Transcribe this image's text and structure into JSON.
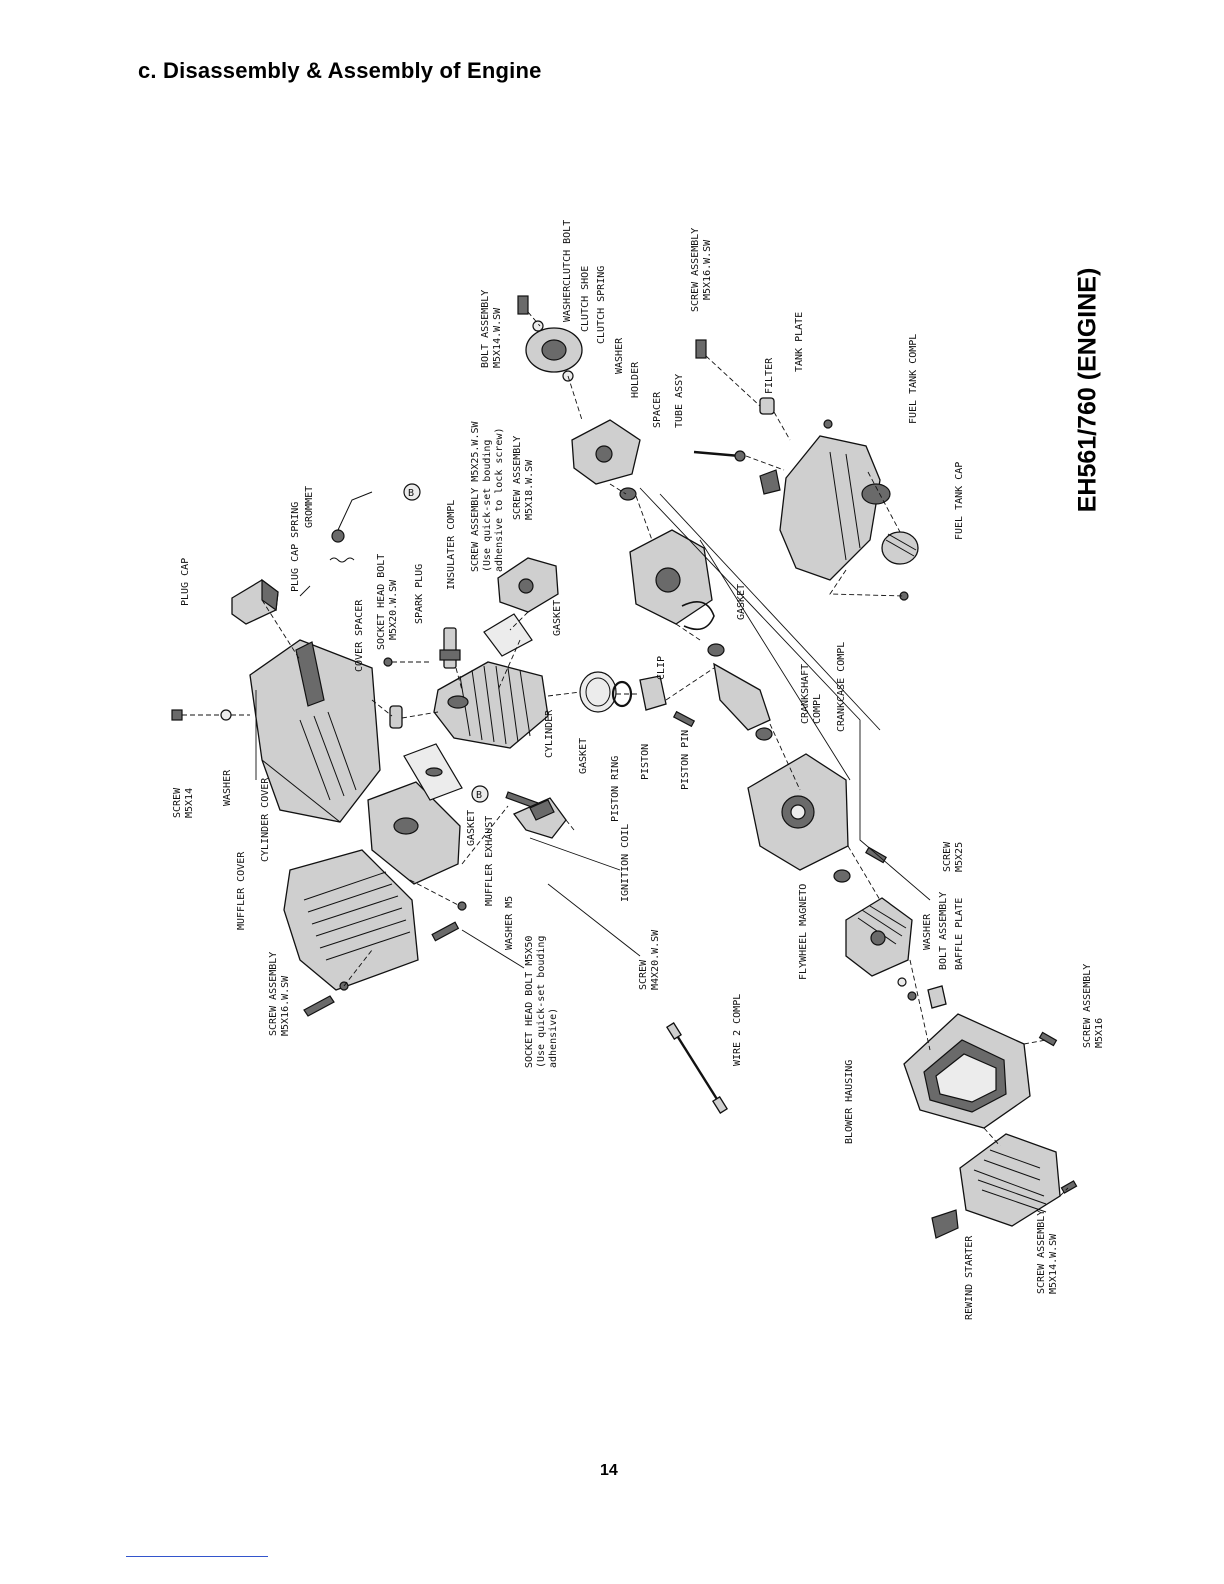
{
  "heading": "c.  Disassembly & Assembly of Engine",
  "side_title": "EH561/760 (ENGINE)",
  "page_number": "14",
  "marker_label": "B",
  "parts": {
    "plug_cap": "PLUG CAP",
    "plug_cap_spring": "PLUG CAP SPRING",
    "grommet": "GROMMET",
    "screw_m5x14": [
      "SCREW",
      "M5X14"
    ],
    "washer": "WASHER",
    "cylinder_cover": "CYLINDER COVER",
    "muffler_cover": "MUFFLER COVER",
    "screw_assembly_m5x16_w_sw": [
      "SCREW ASSEMBLY",
      "M5X16.W.SW"
    ],
    "cover_spacer": "COVER SPACER",
    "socket_head_bolt_m5x20": [
      "SOCKET HEAD BOLT",
      "M5X20.W.SW"
    ],
    "spark_plug": "SPARK PLUG",
    "insulater_compl": "INSULATER COMPL",
    "screw_assembly_m5x25": [
      "SCREW ASSEMBLY M5X25.W.SW",
      "(Use quick-set bouding",
      "adhensive to lock screw)"
    ],
    "screw_assembly_m5x18": [
      "SCREW ASSEMBLY",
      "M5X18.W.SW"
    ],
    "gasket": "GASKET",
    "cylinder": "CYLINDER",
    "piston_ring": "PISTON RING",
    "piston": "PISTON",
    "clip": "CLIP",
    "piston_pin": "PISTON PIN",
    "muffler_exhaust": "MUFFLER EXHAUST",
    "washer_m5": "WASHER M5",
    "socket_head_bolt_m5x50": [
      "SOCKET HEAD BOLT M5X50",
      "(Use quick-set bouding",
      "adhensive)"
    ],
    "ignition_coil": "IGNITION COIL",
    "screw_m4x20": [
      "SCREW",
      "M4X20.W.SW"
    ],
    "wire_2_compl": "WIRE 2 COMPL",
    "bolt_assembly_m5x14": [
      "BOLT ASSEMBLY",
      "M5X14.W.SW"
    ],
    "clutch_bolt": "CLUTCH BOLT",
    "clutch_shoe": "CLUTCH SHOE",
    "clutch_spring": "CLUTCH SPRING",
    "holder": "HOLDER",
    "spacer": "SPACER",
    "crankshaft_compl": [
      "CRANKSHAFT",
      "COMPL"
    ],
    "crankcase_compl": "CRANKCASE COMPL",
    "screw_m5x25": [
      "SCREW",
      "M5X25"
    ],
    "flywheel_magneto": "FLYWHEEL MAGNETO",
    "bolt_assembly": "BOLT ASSEMBLY",
    "baffle_plate": "BAFFLE PLATE",
    "screw_assembly_m5x16": [
      "SCREW ASSEMBLY",
      "M5X16"
    ],
    "blower_housing": "BLOWER HAUSING",
    "rewind_starter": "REWIND STARTER",
    "screw_assembly_m5x14_w_sw": [
      "SCREW ASSEMBLY",
      "M5X14.W.SW"
    ],
    "tube_assy": "TUBE ASSY",
    "filter": "FILTER",
    "tank_plate": "TANK PLATE",
    "fuel_tank_compl": "FUEL TANK COMPL",
    "fuel_tank_cap": "FUEL TANK CAP"
  }
}
